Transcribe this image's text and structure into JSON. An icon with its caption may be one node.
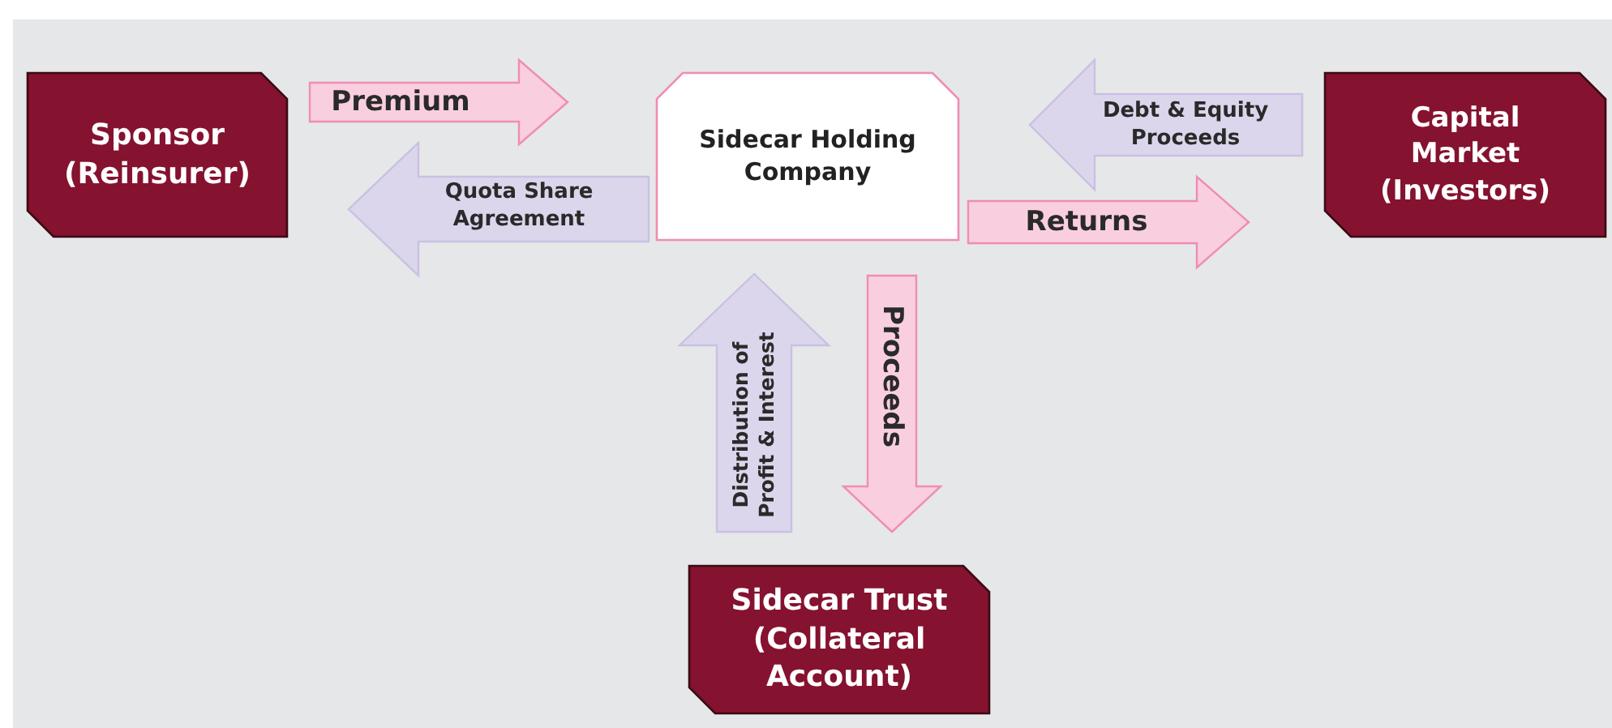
{
  "diagram": {
    "nodes": [
      {
        "text": [
          "Sponsor (Reinsurer)"
        ]
      },
      {
        "text": [
          "Sidecar Holding Company"
        ]
      },
      {
        "text": [
          "Capital Market (Investors)"
        ]
      },
      {
        "text": [
          "Sidecar Trust (Collateral Account)"
        ]
      }
    ],
    "edges": [
      {
        "from": 0,
        "to": 1,
        "arrow": "to",
        "label": "Premium"
      },
      {
        "from": 1,
        "to": 0,
        "arrow": "to",
        "label": "Quota Share Agreement",
        "color": "#dcd6ec"
      },
      {
        "from": 2,
        "to": 1,
        "arrow": "to",
        "label": "Debt & Equity Proceeds",
        "color": "#dcd6ec"
      },
      {
        "from": 1,
        "to": 2,
        "arrow": "to",
        "label": "Returns"
      },
      {
        "from": 3,
        "to": 1,
        "arrow": "to",
        "label": "Distribution of Profit & Interest",
        "color": "#dcd6ec"
      },
      {
        "from": 1,
        "to": 3,
        "arrow": "to",
        "label": "Proceeds"
      }
    ]
  }
}
